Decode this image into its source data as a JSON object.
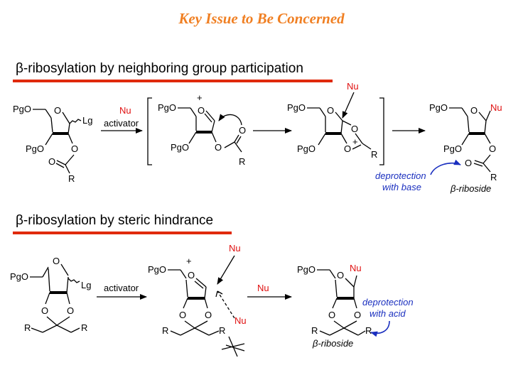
{
  "title": "Key Issue to Be Concerned",
  "section1": {
    "heading": "β-ribosylation by neighboring group participation",
    "nu_reagent": "Nu",
    "activator_label": "activator",
    "deprotection_note": "deprotection",
    "deprotection_note_2": "with base",
    "product_label": "β-riboside"
  },
  "section2": {
    "heading": "β-ribosylation by steric hindrance",
    "activator_label": "activator",
    "nu_reagent": "Nu",
    "deprotection_note": "deprotection",
    "deprotection_note_2": "with acid",
    "product_label": "β-riboside"
  },
  "atoms": {
    "pgo": "PgO",
    "o": "O",
    "lg": "Lg",
    "r": "R",
    "nu": "Nu",
    "plus": "+"
  },
  "colors": {
    "title": "#f07f22",
    "underline": "#e02a0c",
    "nucleophile": "#e01010",
    "note": "#1a2fbf"
  }
}
